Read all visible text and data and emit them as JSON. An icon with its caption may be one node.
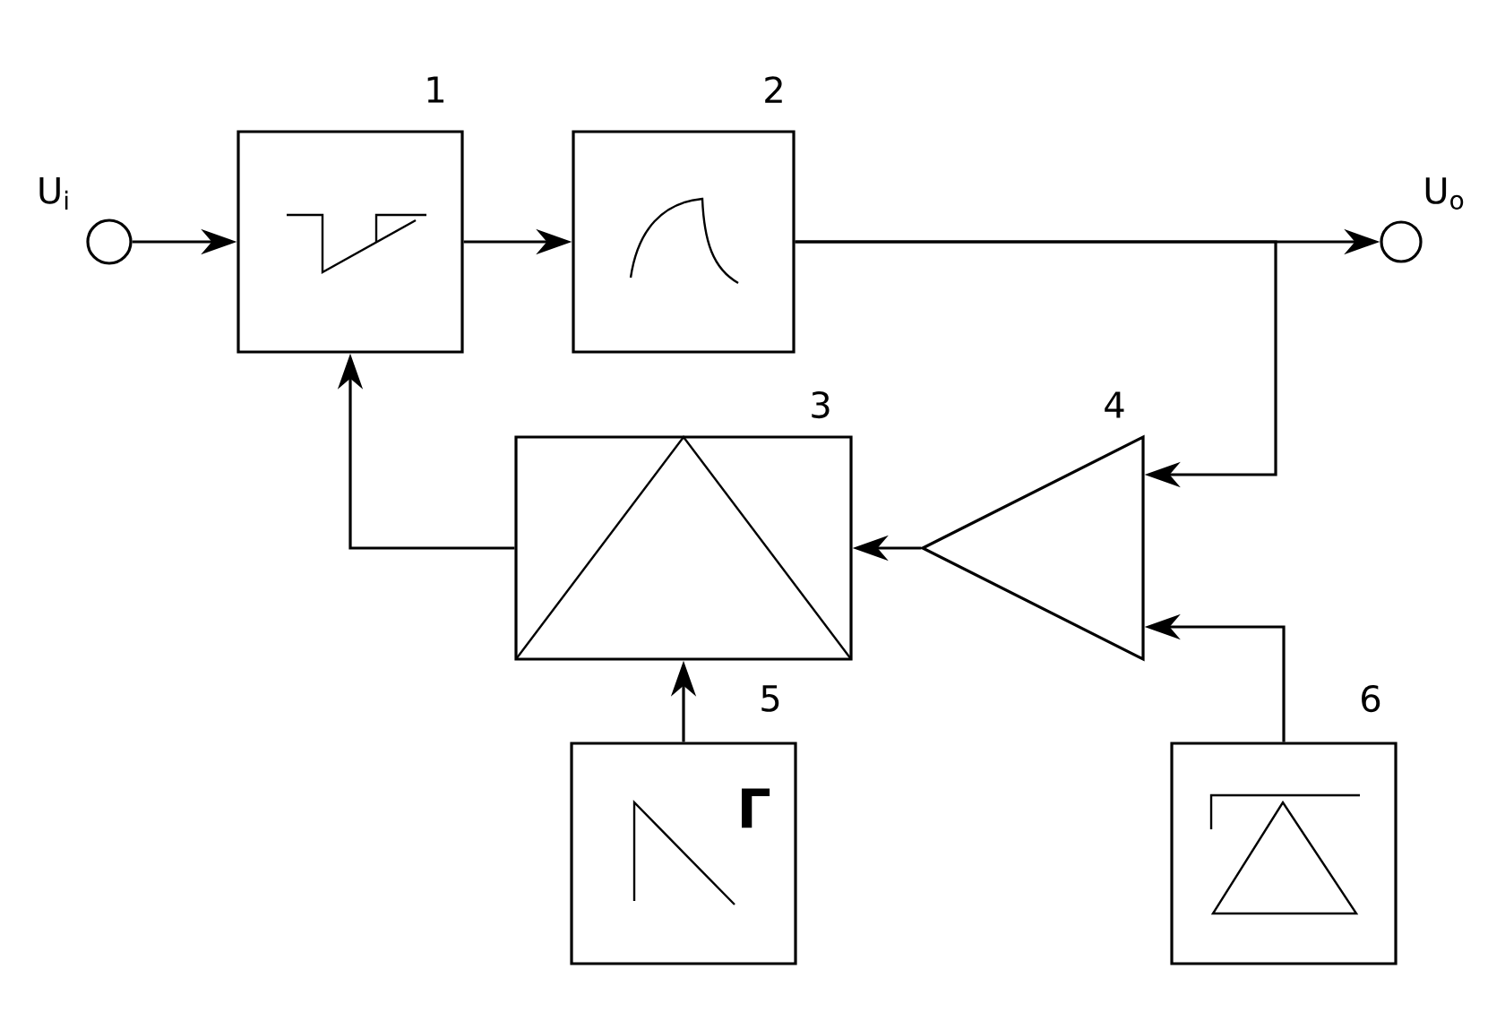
{
  "diagram": {
    "nodes": [
      {
        "text": [],
        "shape": "circle",
        "beside": [
          "U$_{i}$"
        ]
      },
      {
        "text": [],
        "shape": "box",
        "beside": [
          "1"
        ]
      },
      {
        "text": [],
        "shape": "box",
        "beside": [
          "2"
        ]
      },
      {
        "text": [],
        "shape": "circle",
        "beside": [
          "U$_{o}$"
        ]
      },
      {
        "text": [],
        "shape": "box",
        "beside": [
          "3"
        ]
      },
      {
        "text": [],
        "shape": "triangle",
        "beside": [
          "4"
        ]
      },
      {
        "text": [
          "Γ"
        ],
        "beside": [
          "5"
        ]
      },
      {
        "text": [],
        "shape": "box",
        "beside": [
          "6"
        ]
      }
    ],
    "edges": [
      {
        "from": 0,
        "to": 1,
        "arrow": "to"
      },
      {
        "from": 1,
        "to": 2,
        "arrow": "to"
      },
      {
        "from": 2,
        "to": 3,
        "arrow": "to"
      },
      {
        "from": 2,
        "to": 5,
        "arrow": "to"
      },
      {
        "from": 5,
        "to": 4,
        "arrow": "to"
      },
      {
        "from": 4,
        "to": 1,
        "arrow": "to"
      },
      {
        "from": 6,
        "to": 4,
        "arrow": "to"
      },
      {
        "from": 7,
        "to": 5,
        "arrow": "to"
      }
    ]
  }
}
